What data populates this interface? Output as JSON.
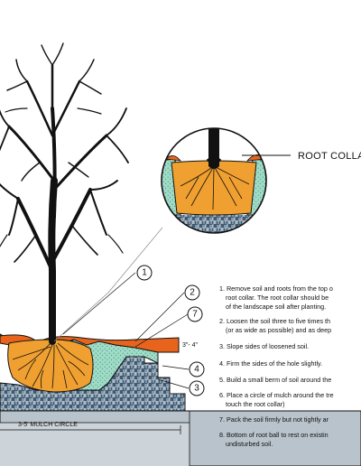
{
  "labels": {
    "root_collar": "ROOT COLLAR",
    "depth": "3\"- 4\"",
    "mulch_circle": "3-5' MULCH CIRCLE"
  },
  "callouts": [
    "1",
    "2",
    "7",
    "4",
    "3"
  ],
  "steps": [
    {
      "lines": [
        "1. Remove soil and roots from the top o",
        "root collar. The root collar should be",
        "of the landscape soil after planting."
      ]
    },
    {
      "lines": [
        "2. Loosen the soil three to five times th",
        "(or as wide as possible) and as deep"
      ]
    },
    {
      "lines": [
        "3. Slope sides of loosened soil."
      ]
    },
    {
      "lines": [
        "4. Firm the sides of the hole slightly."
      ]
    },
    {
      "lines": [
        "5. Build a small berm of soil around the"
      ]
    },
    {
      "lines": [
        "6. Place a circle of mulch around the tre",
        "touch the root collar)"
      ]
    },
    {
      "lines": [
        "7. Pack the soil firmly but not tightly ar"
      ]
    },
    {
      "lines": [
        "8. Bottom of root ball to rest on existin",
        "undisturbed soil."
      ]
    }
  ],
  "colors": {
    "root_ball": "#f0a030",
    "mulch": "#e8641c",
    "green_soil": "#9fdcc8",
    "subsoil": "#3c5a74",
    "base": "#b9c3cb",
    "line": "#111111"
  }
}
